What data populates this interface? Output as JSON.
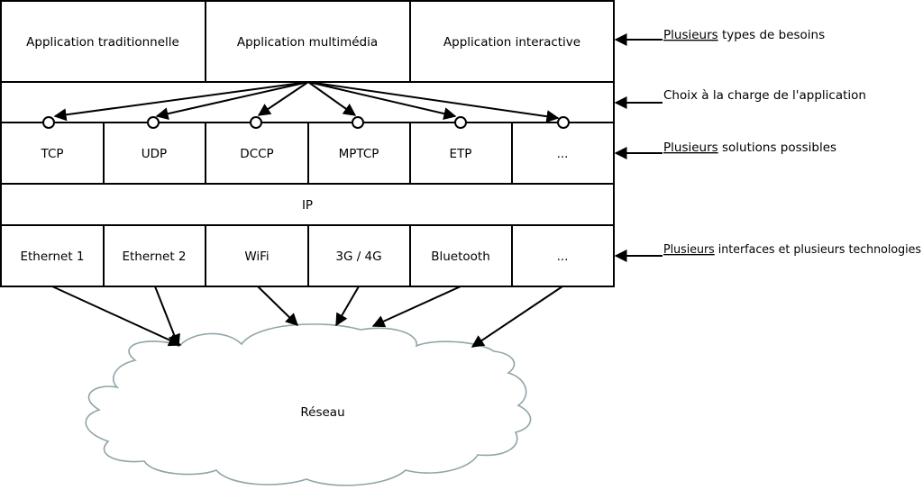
{
  "applications": [
    "Application traditionnelle",
    "Application multimédia",
    "Application interactive"
  ],
  "transports": [
    "TCP",
    "UDP",
    "DCCP",
    "MPTCP",
    "ETP",
    "..."
  ],
  "network_layer": "IP",
  "interfaces": [
    "Ethernet 1",
    "Ethernet 2",
    "WiFi",
    "3G / 4G",
    "Bluetooth",
    "..."
  ],
  "cloud_label": "Réseau",
  "annotations": [
    {
      "prefix": "Plusieurs",
      "rest": " types de besoins"
    },
    {
      "prefix": "",
      "rest": "Choix à la charge de l'application"
    },
    {
      "prefix": "Plusieurs",
      "rest": " solutions possibles"
    },
    {
      "prefix": "Plusieurs",
      "rest": " interfaces et plusieurs technologies"
    }
  ]
}
